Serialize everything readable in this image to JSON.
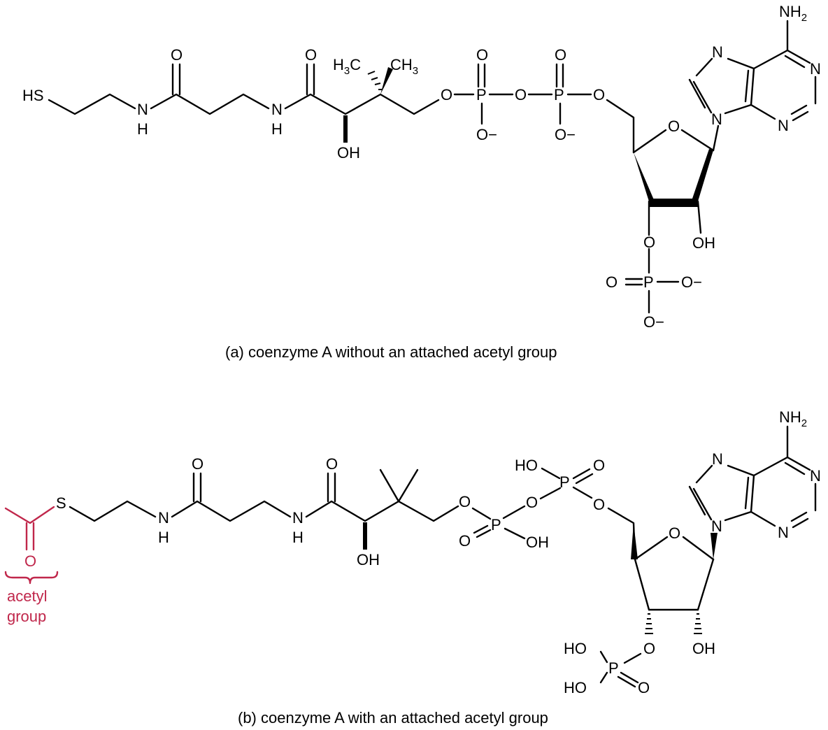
{
  "figure": {
    "caption_a": "(a) coenzyme A without an attached acetyl group",
    "caption_b": "(b) coenzyme A with an attached acetyl group"
  },
  "structure_a": {
    "hs": "HS",
    "n1": "N",
    "h1": "H",
    "o_carbonyl1": "O",
    "n2": "N",
    "h2": "H",
    "o_carbonyl2": "O",
    "oh_chain": "OH",
    "methyl_left": "H3C",
    "methyl_right": "CH3",
    "o_link1": "O",
    "p1": "P",
    "p1_o_top": "O",
    "p1_o_bottom": "O−",
    "o_bridge": "O",
    "p2": "P",
    "p2_o_top": "O",
    "p2_o_bottom": "O−",
    "o_link2": "O",
    "ring_o": "O",
    "ribose_oh": "OH",
    "o_3p": "O",
    "p3": "P",
    "p3_o_left": "O",
    "p3_o_right": "O−",
    "p3_o_bottom": "O−",
    "nh2": "NH2",
    "n_a1": "N",
    "n_a2": "N",
    "n_a3": "N",
    "n_a4": "N"
  },
  "structure_b": {
    "s": "S",
    "acetyl_o": "O",
    "acetyl_label_1": "acetyl",
    "acetyl_label_2": "group",
    "n1": "N",
    "h1": "H",
    "o_carbonyl1": "O",
    "n2": "N",
    "h2": "H",
    "o_carbonyl2": "O",
    "oh_chain": "OH",
    "o_link1": "O",
    "p1": "P",
    "p1_o_dbl": "O",
    "p1_oh": "OH",
    "o_bridge": "O",
    "p2": "P",
    "p2_oh": "HO",
    "p2_o_dbl": "O",
    "o_link2": "O",
    "ring_o": "O",
    "ribose_oh": "OH",
    "o_3p": "O",
    "p3": "P",
    "p3_ho_top": "HO",
    "p3_ho_bottom": "HO",
    "p3_o_dbl": "O",
    "nh2": "NH2",
    "n_a1": "N",
    "n_a2": "N",
    "n_a3": "N",
    "n_a4": "N"
  },
  "colors": {
    "bond": "#000000",
    "acetyl_highlight": "#c0274b"
  }
}
